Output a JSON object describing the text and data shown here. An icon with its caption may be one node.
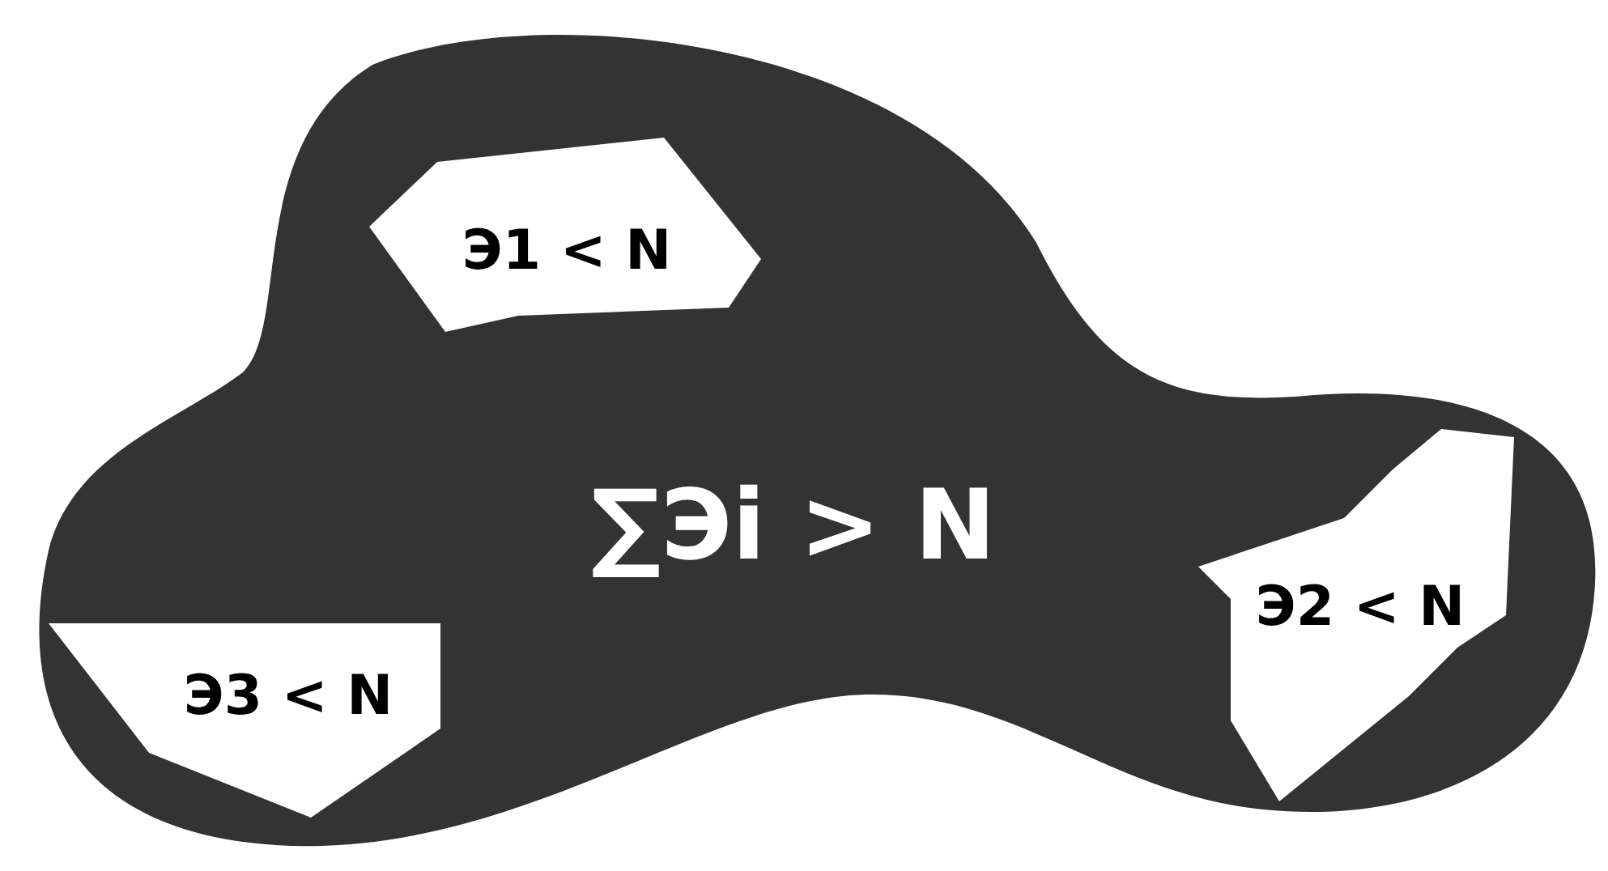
{
  "diagram": {
    "nodes": [
      {
        "text": [
          "∑Эi > N"
        ]
      },
      {
        "text": [
          "Э1 < N"
        ],
        "in": 0
      },
      {
        "text": [
          "Э2 < N"
        ],
        "in": 0
      },
      {
        "text": [
          "Э3 < N"
        ],
        "in": 0
      }
    ]
  }
}
